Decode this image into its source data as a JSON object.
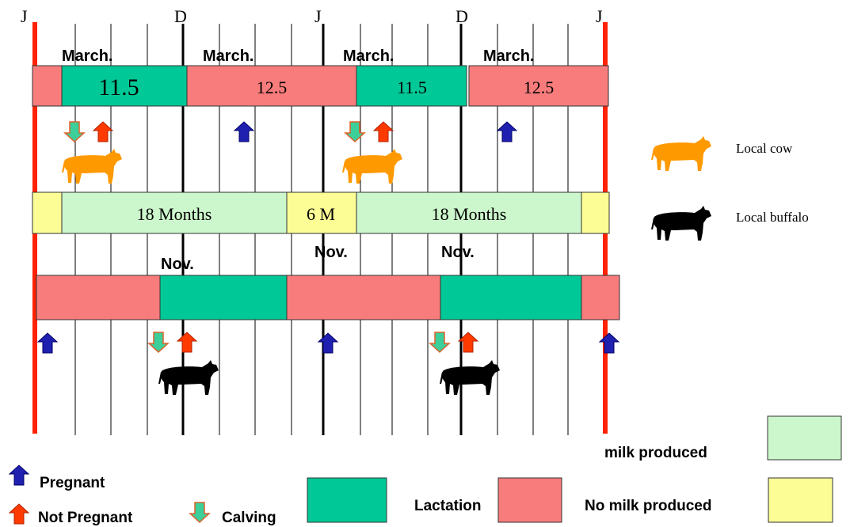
{
  "colors": {
    "lactation": "#00c896",
    "not_milking": "#f87c7c",
    "milk_produced": "#ccf7cc",
    "no_milk_produced": "#fdfd96",
    "pregnant_arrow": "#2020b0",
    "not_pregnant_arrow": "#ff3a00",
    "calving_arrow": "#2ec48c",
    "cow": "#ff9900",
    "buffalo": "#000000",
    "year_line": "#ff2200"
  },
  "month_letters": [
    "J",
    "D",
    "J",
    "D",
    "J"
  ],
  "cow_timeline": {
    "month_labels": [
      "March.",
      "March.",
      "March.",
      "March."
    ],
    "segments": [
      {
        "label": "",
        "kind": "not_milking"
      },
      {
        "label": "11.5",
        "kind": "lactation"
      },
      {
        "label": "12.5",
        "kind": "not_milking"
      },
      {
        "label": "11.5",
        "kind": "lactation"
      },
      {
        "label": "12.5",
        "kind": "not_milking"
      }
    ]
  },
  "milk_band": {
    "segments": [
      {
        "label": "",
        "kind": "no_milk_produced"
      },
      {
        "label": "18 Months",
        "kind": "milk_produced"
      },
      {
        "label": "6 M",
        "kind": "no_milk_produced"
      },
      {
        "label": "18 Months",
        "kind": "milk_produced"
      },
      {
        "label": "",
        "kind": "no_milk_produced"
      }
    ]
  },
  "buffalo_timeline": {
    "month_labels": [
      "Nov.",
      "Nov.",
      "Nov."
    ],
    "segments": [
      {
        "label": "",
        "kind": "not_milking"
      },
      {
        "label": "",
        "kind": "lactation"
      },
      {
        "label": "",
        "kind": "not_milking"
      },
      {
        "label": "",
        "kind": "lactation"
      },
      {
        "label": "",
        "kind": "not_milking"
      }
    ]
  },
  "animals": {
    "cow_label": "Local cow",
    "buffalo_label": "Local buffalo"
  },
  "legend": {
    "pregnant": "Pregnant",
    "not_pregnant": "Not Pregnant",
    "calving": "Calving",
    "lactation": "Lactation",
    "no_milk_produced": "No milk produced",
    "milk_produced": "milk produced"
  }
}
